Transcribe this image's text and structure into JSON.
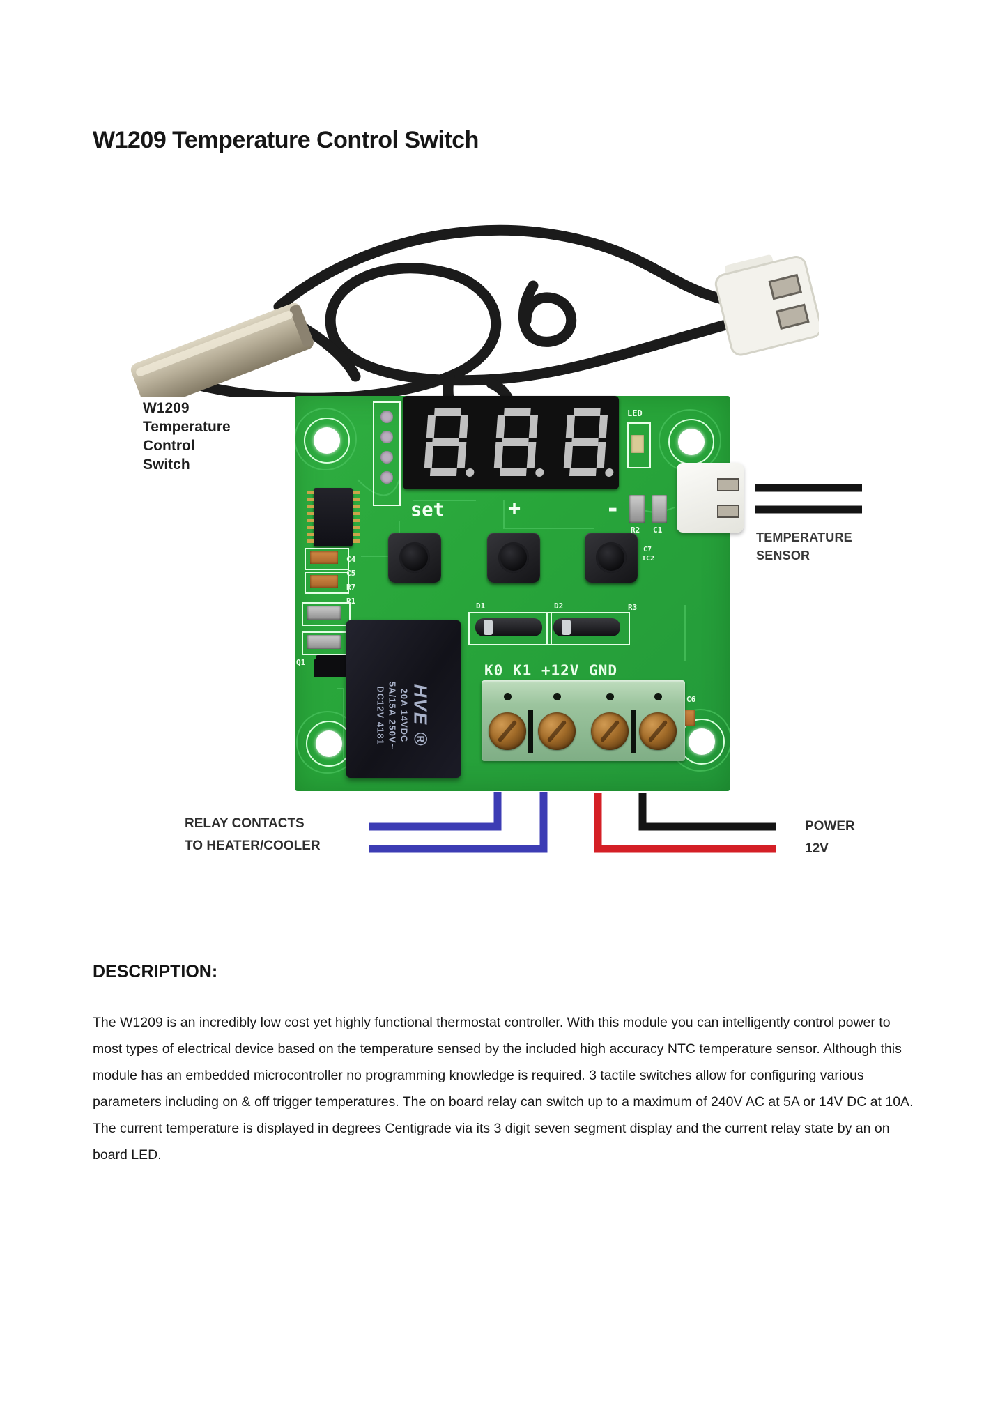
{
  "page": {
    "title": "W1209 Temperature Control Switch"
  },
  "figure": {
    "board_label": {
      "lines": [
        "W1209",
        "Temperature",
        "Control",
        "Switch"
      ]
    },
    "sensor_label": {
      "lines": [
        "TEMPERATURE",
        "SENSOR"
      ]
    },
    "relay_label": {
      "lines": [
        "RELAY CONTACTS",
        "TO HEATER/COOLER"
      ]
    },
    "power_label": {
      "lines": [
        "POWER",
        "12V"
      ]
    },
    "pcb": {
      "display_value": "888",
      "set_label": "set",
      "plus_label": "+",
      "minus_label": "-",
      "led_label": "LED",
      "terminal_labels": "K0   K1  +12V GND",
      "refs": {
        "c4": "C4",
        "c5": "C5",
        "r7": "R7",
        "r1": "R1",
        "q1": "Q1",
        "d1": "D1",
        "d2": "D2",
        "r3": "R3",
        "r2": "R2",
        "c1": "C1",
        "c7": "C7",
        "ic2": "IC2",
        "c6": "C6"
      },
      "relay_markings": {
        "lines": [
          "HVE ®",
          "20A  14VDC",
          "5A/15A  250V~",
          "DC12V  4181"
        ]
      }
    },
    "colors": {
      "pcb_green": "#28a53a",
      "wire_blue": "#3c3cb4",
      "wire_red": "#d41f26",
      "wire_black": "#141414"
    }
  },
  "description": {
    "heading": "DESCRIPTION:",
    "body": "The W1209 is an incredibly low cost yet highly functional thermostat controller. With this module you can intelligently control power to most types of electrical device based on the temperature sensed by the included high accuracy NTC temperature sensor. Although this module has an embedded microcontroller no programming knowledge is required. 3 tactile switches allow for configuring various parameters including on & off trigger temperatures. The on board relay can switch up to a maximum of 240V AC at 5A or 14V DC at 10A. The current temperature is displayed in degrees Centigrade via its 3 digit seven segment display and the current relay state by an on board LED."
  }
}
